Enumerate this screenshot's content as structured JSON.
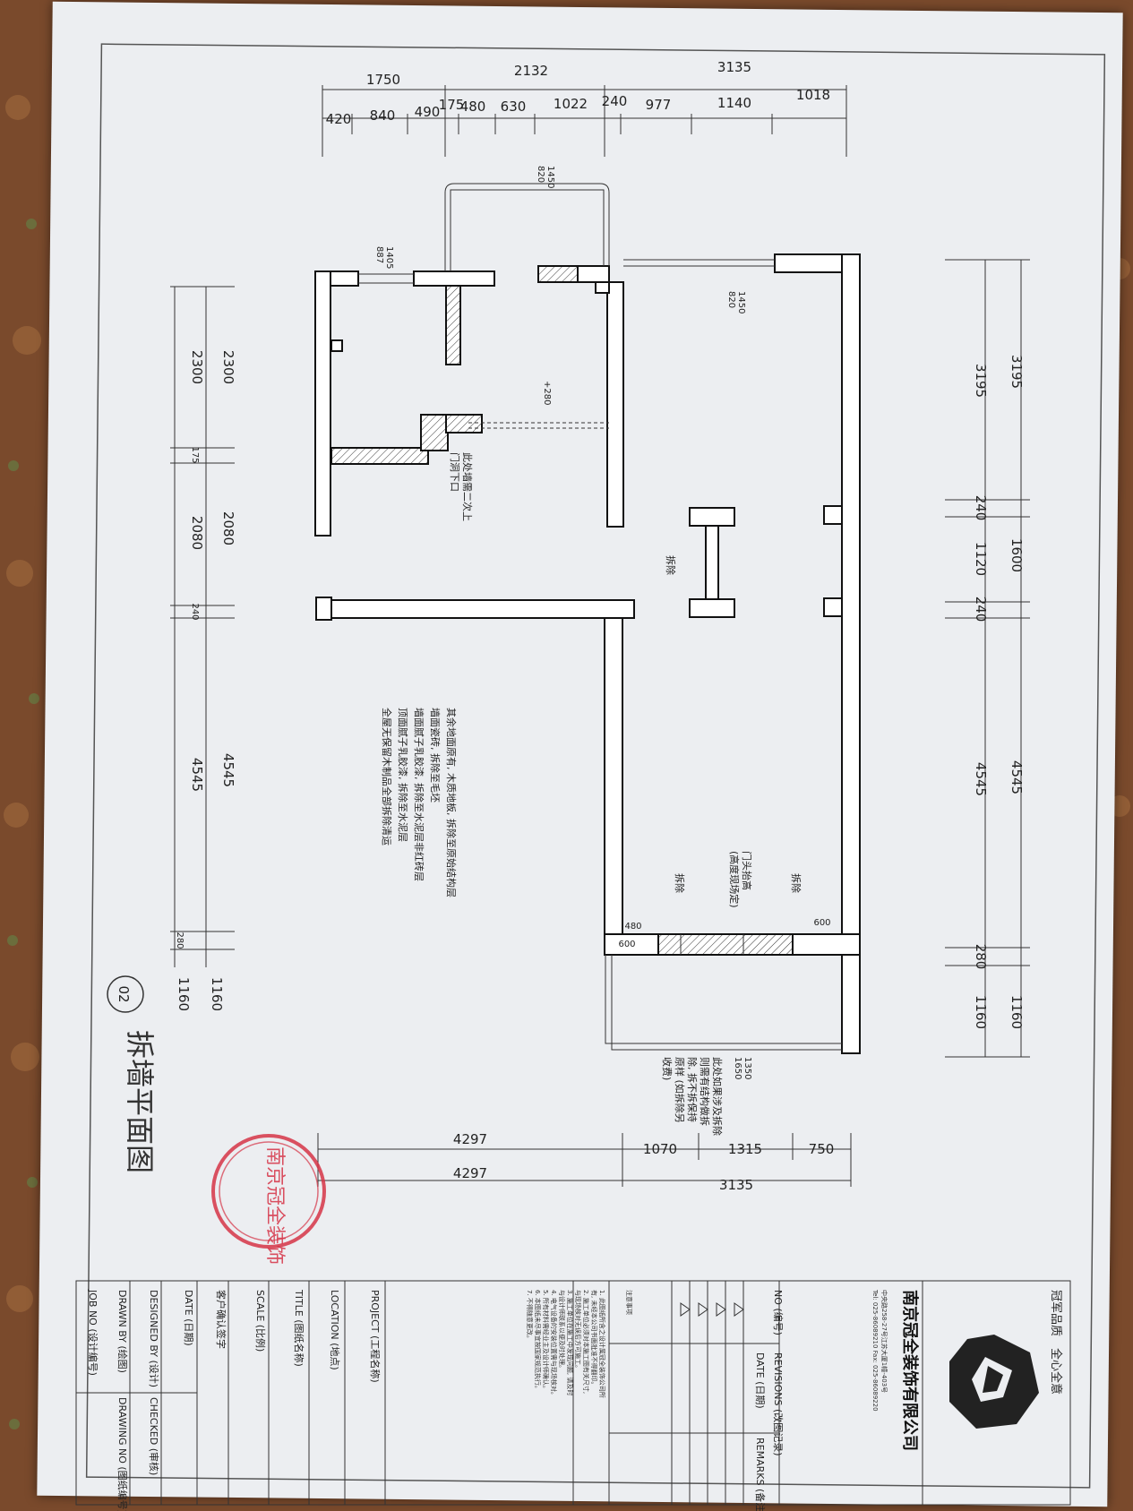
{
  "drawing": {
    "title": "拆墙平面图",
    "sheet_number": "02",
    "top_dimensions": {
      "overall": [
        "1750",
        "2132",
        "3135"
      ],
      "detail": [
        "420",
        "840",
        "490",
        "175",
        "480",
        "630",
        "1022",
        "240",
        "977",
        "1140",
        "1018"
      ]
    },
    "bottom_dimensions": {
      "outer": [
        "4297",
        "3135"
      ],
      "inner": [
        "4297",
        "1070",
        "1315",
        "750"
      ]
    },
    "left_dimensions": {
      "outer": [
        "2300",
        "2080",
        "4545",
        "1160"
      ],
      "inner": [
        "2300",
        "175",
        "2080",
        "240",
        "4545",
        "280",
        "1160"
      ]
    },
    "right_dimensions": {
      "outer": [
        "3195",
        "1600",
        "4545",
        "1160"
      ],
      "inner": [
        "3195",
        "240",
        "1120",
        "240",
        "4545",
        "280",
        "1160"
      ]
    },
    "window_labels": [
      "1450\n820",
      "1405\n887",
      "1450\n820",
      "1350\n1650"
    ],
    "plan_dims": [
      "480",
      "600",
      "600",
      "+280"
    ],
    "labels": {
      "demolish_1": "拆除",
      "demolish_2": "拆除",
      "demolish_3": "拆除",
      "door_raise": "门头抬高",
      "door_raise_sub": "(高度现场定)",
      "door_note_1": "此处墙需二次上",
      "door_note_2": "门洞下口",
      "balcony_note": [
        "此处如果涉及拆除",
        "则需有结构做拆",
        "除, 拆不拆保持",
        "原样 (如拆除另",
        "收费)"
      ]
    },
    "general_notes": [
      "其余地面原有, 木质地板, 拆除至原始结构层",
      "墙面瓷砖, 拆除至毛坯",
      "墙面腻子乳胶漆, 拆除至水泥层非红砖层",
      "顶面腻子乳胶漆, 拆除至水泥层",
      "全屋无保留木制品全部拆除清运"
    ]
  },
  "title_block": {
    "slogan": "冠军品质　全心全意",
    "company": "南京冠全装饰有限公司",
    "address": "中央路258-27号江苏大厦1幢-403号",
    "phone": "Tel: 025-86089210  Fax: 025-86089220",
    "revisions_label": "REVISIONS (改图记录)",
    "no_label": "NO (编号)",
    "date_label": "DATE (日期)",
    "remarks_label": "REMARKS (备注)",
    "notes_label": "注意事项",
    "notes": [
      "1. 此图纸所含之设计属冠全装饰公司所",
      "有, 未经本公司书面批准不得翻印。",
      "2. 施工单位必须对本施工图有关尺寸,",
      "与现场核对无误后方可施工。",
      "3. 施工单位在施工中发现问题, 请及时",
      "与设计师联系以便及时处理。",
      "4. 电气设备的安装位置需与现场核对。",
      "5. 所有材料需经业主及设计师确认。",
      "6. 本图纸未尽事宜按国家规范执行。",
      "7. 不得随意更改。"
    ],
    "project_label": "PROJECT (工程名称)",
    "location_label": "LOCATION (地点)",
    "title_label": "TITLE (图纸名称)",
    "scale_label": "SCALE (比例)",
    "client_sign_label": "客户确认签字",
    "date2_label": "DATE (日期)",
    "designed_label": "DESIGNED BY (设计)",
    "checked_label": "CHECKED (审核)",
    "drawn_label": "DRAWN BY (绘图)",
    "drawing_no_label": "DRAWING NO (图纸编号)",
    "job_no_label": "JOB NO (设计编号)"
  },
  "stamp": {
    "text": "南京冠全装饰",
    "color": "#d63447"
  },
  "colors": {
    "paper": "#eceef1",
    "ink": "#222222",
    "cloth": "#7a4a2c"
  }
}
